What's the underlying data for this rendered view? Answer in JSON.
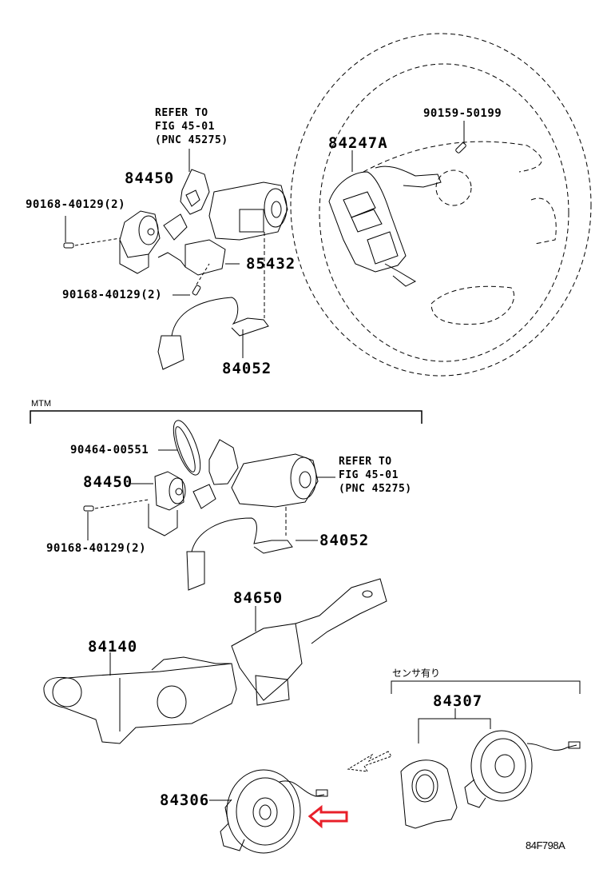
{
  "figure_id": "84F798A",
  "top_group": {
    "refer": [
      "REFER TO",
      "FIG 45-01",
      "(PNC 45275)"
    ],
    "parts": {
      "p84450": "84450",
      "bolt_a": "90168-40129(2)",
      "bolt_b": "90168-40129(2)",
      "p85432": "85432",
      "p84052": "84052"
    }
  },
  "steering": {
    "p84247A": "84247A",
    "screw": "90159-50199"
  },
  "mtm_group": {
    "title": "MTM",
    "refer": [
      "REFER TO",
      "FIG 45-01",
      "(PNC 45275)"
    ],
    "parts": {
      "ring": "90464-00551",
      "p84450": "84450",
      "bolt": "90168-40129(2)",
      "p84052": "84052"
    }
  },
  "combo_switch": {
    "p84140": "84140",
    "p84650": "84650"
  },
  "sensor_group": {
    "title": "センサ有り",
    "p84307": "84307"
  },
  "spiral_cable": {
    "p84306": "84306",
    "highlight_color": "#e8202a"
  }
}
